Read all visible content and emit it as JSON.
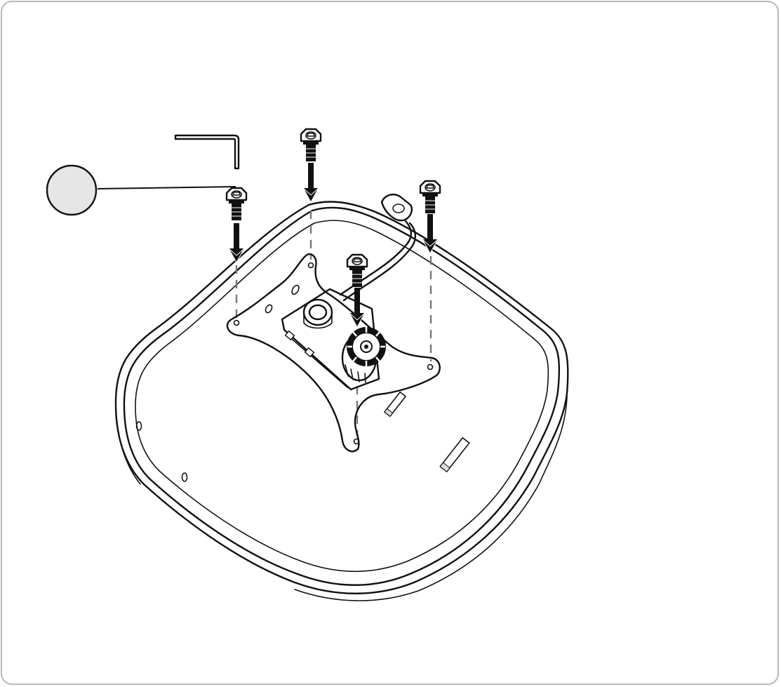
{
  "diagram": {
    "step_callout_text": "",
    "colors": {
      "line": "#111111",
      "frame_border": "#b9b9b9",
      "callout_fill": "#e6e6e6",
      "guide_dash": "#777777"
    },
    "parts": [
      {
        "name": "hex-key",
        "icon": "allen-key-icon"
      },
      {
        "name": "bolt",
        "count": 4,
        "icon": "bolt-icon"
      },
      {
        "name": "seat-cushion",
        "icon": "seat-icon"
      },
      {
        "name": "mechanism-plate",
        "icon": "chair-mechanism-icon"
      }
    ]
  }
}
